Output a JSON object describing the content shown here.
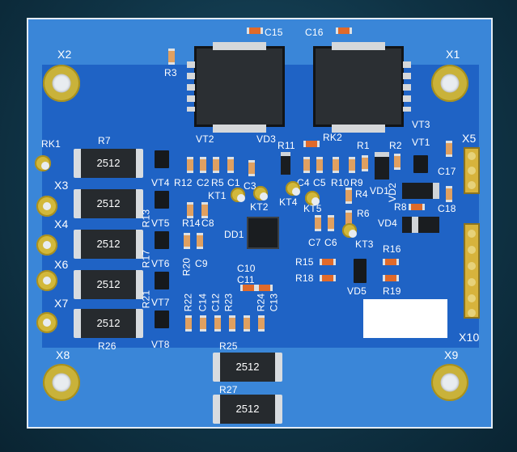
{
  "board": {
    "mount_labels": [
      "X2",
      "X1",
      "X8",
      "X9"
    ],
    "connector_labels": [
      "X3",
      "X4",
      "X6",
      "X7",
      "X5",
      "X10"
    ],
    "resistor_text": "2512",
    "designators": {
      "C15": "C15",
      "C16": "C16",
      "R3": "R3",
      "VT2": "VT2",
      "VD3": "VD3",
      "VT3": "VT3",
      "RK1": "RK1",
      "R7": "R7",
      "R11": "R11",
      "RK2": "RK2",
      "R1": "R1",
      "R2": "R2",
      "VT1": "VT1",
      "VT4": "VT4",
      "R12": "R12",
      "C2": "C2",
      "R5": "R5",
      "C1": "C1",
      "C3": "C3",
      "C4": "C4",
      "C5": "C5",
      "R10": "R10",
      "R9": "R9",
      "VD1": "VD1",
      "VD2": "VD2",
      "C17": "C17",
      "KT1": "KT1",
      "KT2": "KT2",
      "KT4": "KT4",
      "KT5": "KT5",
      "R4": "R4",
      "R8": "R8",
      "C18": "C18",
      "R13": "R13",
      "VT5": "VT5",
      "R14": "R14",
      "C8": "C8",
      "DD1": "DD1",
      "R6": "R6",
      "VD4": "VD4",
      "R17": "R17",
      "VT6": "VT6",
      "R20": "R20",
      "C9": "C9",
      "C7": "C7",
      "C6": "C6",
      "KT3": "KT3",
      "R16": "R16",
      "R15": "R15",
      "C10": "C10",
      "C11": "C11",
      "R18": "R18",
      "VD5": "VD5",
      "R19": "R19",
      "R21": "R21",
      "VT7": "VT7",
      "R22": "R22",
      "C14": "C14",
      "C12": "C12",
      "R23": "R23",
      "R24": "R24",
      "C13": "C13",
      "R26": "R26",
      "VT8": "VT8",
      "R25": "R25",
      "R27": "R27"
    }
  },
  "colors": {
    "pcb": "#1f63c5",
    "pcb_light": "#3a86d8",
    "gold": "#d2b83a",
    "silkscreen": "#ffffff",
    "background": "#0e3040"
  }
}
